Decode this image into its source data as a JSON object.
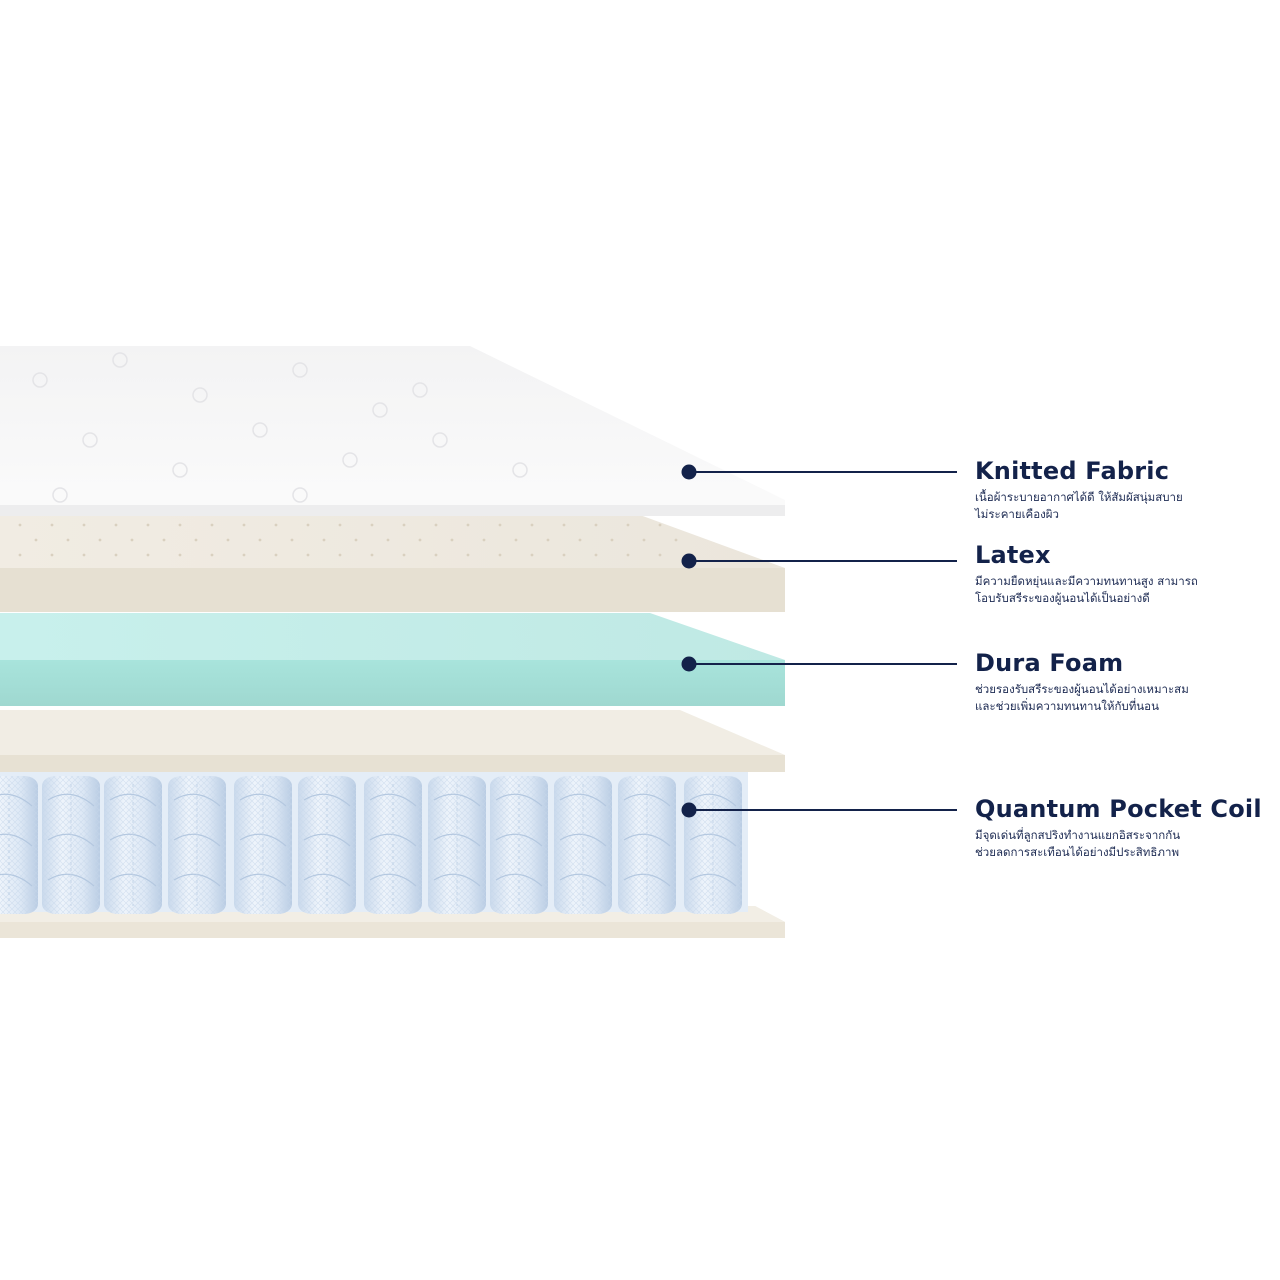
{
  "colors": {
    "navy": "#13224a",
    "fabric": "#f6f6f7",
    "latex": "#e9e3d7",
    "dura_foam": "#a9e3dc",
    "base": "#ebe6da",
    "coil": "#d8e6f5"
  },
  "layers": [
    {
      "title": "Knitted Fabric",
      "desc1": "เนื้อผ้าระบายอากาศได้ดี  ให้สัมผัสนุ่มสบาย",
      "desc2": "ไม่ระคายเคืองผิว"
    },
    {
      "title": "Latex",
      "desc1": "มีความยืดหยุ่นและมีความทนทานสูง สามารถ",
      "desc2": "โอบรับสรีระของผู้นอนได้เป็นอย่างดี"
    },
    {
      "title": "Dura Foam",
      "desc1": "ช่วยรองรับสรีระของผู้นอนได้อย่างเหมาะสม",
      "desc2": "และช่วยเพิ่มความทนทานให้กับที่นอน"
    },
    {
      "title": "Quantum Pocket Coil",
      "desc1": "มีจุดเด่นที่ลูกสปริงทำงานแยกอิสระจากกัน",
      "desc2": "ช่วยลดการสะเทือนได้อย่างมีประสิทธิภาพ"
    }
  ]
}
